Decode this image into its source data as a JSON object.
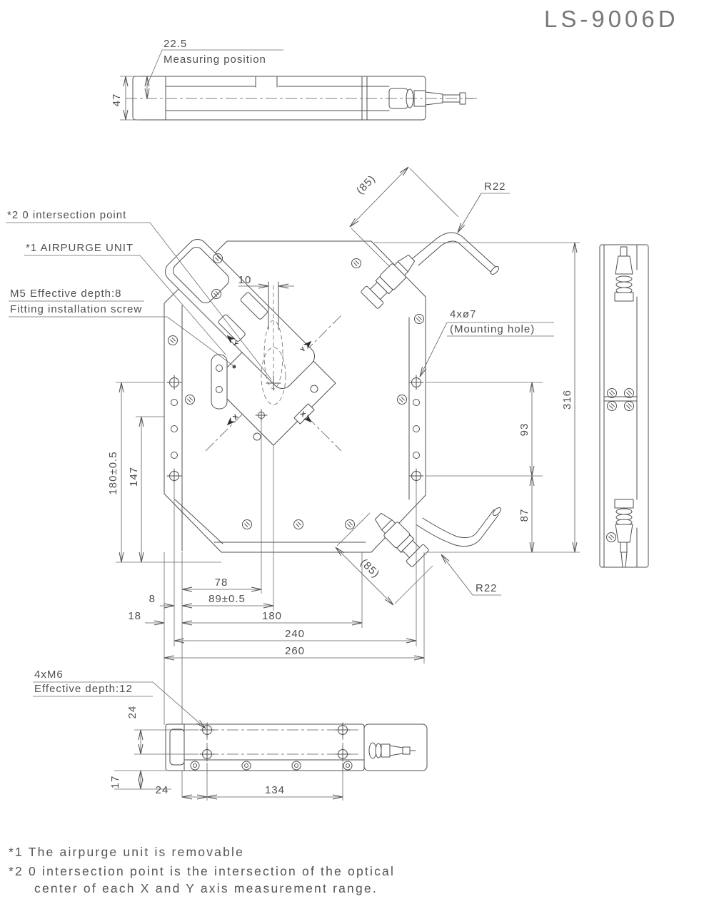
{
  "title": "LS-9006D",
  "line_color": "#4f4f4f",
  "top_view": {
    "dim_47": "47",
    "dim_22_5": "22.5",
    "measuring_position": "Measuring position"
  },
  "front_view": {
    "callout_intersection": "*2 0 intersection point",
    "callout_airpurge": "*1 AIRPURGE UNIT",
    "callout_m5_1": "M5 Effective depth:8",
    "callout_m5_2": "Fitting installation screw",
    "callout_hole_1": "4xø7",
    "callout_hole_2": "(Mounting hole)",
    "dim_10": "10",
    "dim_85_top": "(85)",
    "dim_r22_top": "R22",
    "dim_316": "316",
    "dim_93": "93",
    "dim_87": "87",
    "dim_180_tol": "180±0.5",
    "dim_147": "147",
    "dim_78": "78",
    "dim_89_tol": "89±0.5",
    "dim_8": "8",
    "dim_18": "18",
    "dim_180": "180",
    "dim_240": "240",
    "dim_260": "260",
    "dim_85_bottom": "(85)",
    "dim_r22_bottom": "R22",
    "axis_markers": [
      "Y",
      "X",
      "Y",
      "X"
    ]
  },
  "bottom_view": {
    "callout_m6_1": "4xM6",
    "callout_m6_2": "Effective depth:12",
    "dim_v24": "24",
    "dim_v17": "17",
    "dim_h24": "24",
    "dim_h134": "134"
  },
  "notes": [
    "*1 The airpurge unit is removable",
    "*2 0 intersection point is the intersection of the optical",
    "center of each X and Y axis measurement range."
  ]
}
